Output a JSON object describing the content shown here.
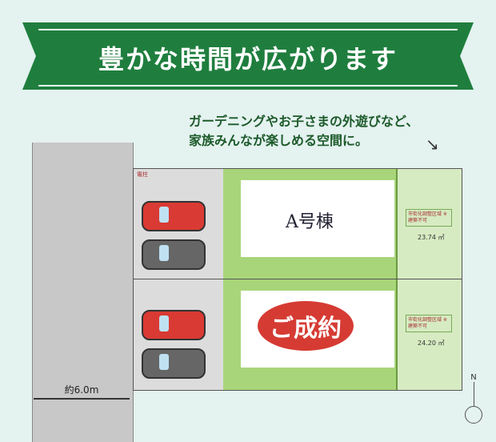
{
  "banner": {
    "title": "豊かな時間が広がります"
  },
  "caption": {
    "line1": "ガーデニングやお子さまの外遊びなど、",
    "line2": "家族みんなが楽しめる空間に。"
  },
  "plan": {
    "pole_label": "電柱",
    "road_width": "約6.0m",
    "lots": [
      {
        "name": "A号棟",
        "note": "市街化調整区域 ※建築不可",
        "area": "23.74 ㎡"
      },
      {
        "name": "ご成約",
        "note": "市街化調整区域 ※建築不可",
        "area": "24.20 ㎡"
      }
    ],
    "north": "N"
  },
  "colors": {
    "banner": "#1f7e3e",
    "sold": "#d53b33",
    "lawn": "#a8d57a"
  }
}
